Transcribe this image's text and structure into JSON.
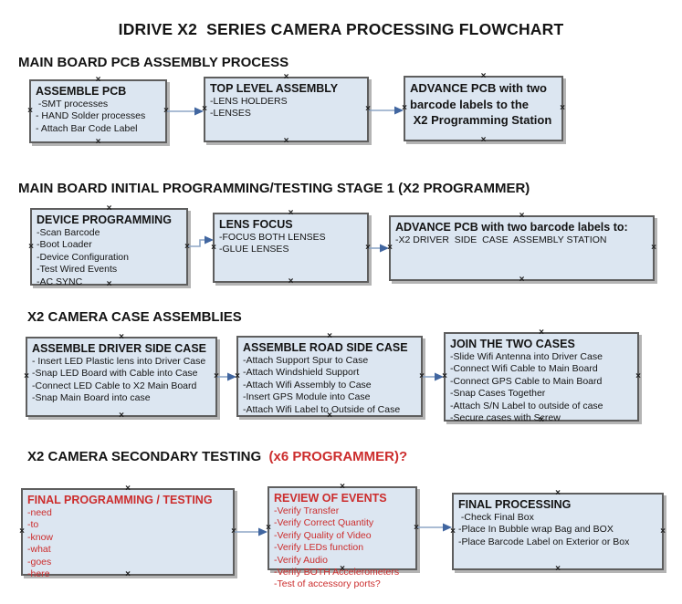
{
  "title": "IDRIVE X2  SERIES CAMERA PROCESSING FLOWCHART",
  "icons": {
    "connector_x": "×"
  },
  "colors": {
    "box_fill": "#dce6f1",
    "box_border": "#5e5e5e",
    "box_shadow": "#b4b4b4",
    "arrow_line": "#8ea6c6",
    "arrow_head": "#4166a0",
    "red": "#cc2d2d",
    "ink": "#141414"
  },
  "sections": [
    {
      "heading": "MAIN BOARD PCB ASSEMBLY PROCESS",
      "boxes": [
        {
          "header": "ASSEMBLE PCB",
          "items": [
            " -SMT processes",
            "- HAND Solder processes",
            "- Attach Bar Code Label"
          ]
        },
        {
          "header": "TOP LEVEL ASSEMBLY",
          "items": [
            "-LENS HOLDERS",
            "-LENSES"
          ]
        },
        {
          "header_lines": [
            "ADVANCE PCB with two",
            "barcode labels to the",
            " X2 Programming Station"
          ],
          "items": []
        }
      ]
    },
    {
      "heading": "MAIN BOARD INITIAL PROGRAMMING/TESTING STAGE 1 (X2 PROGRAMMER)",
      "boxes": [
        {
          "header": "DEVICE PROGRAMMING",
          "items": [
            "-Scan Barcode",
            "-Boot Loader",
            "-Device Configuration",
            "-Test Wired Events",
            "-AC SYNC"
          ]
        },
        {
          "header": "LENS FOCUS",
          "items": [
            "-FOCUS BOTH LENSES",
            "-GLUE LENSES"
          ]
        },
        {
          "header": "ADVANCE PCB with two barcode labels to:",
          "items": [
            "-X2 DRIVER  SIDE  CASE  ASSEMBLY STATION"
          ]
        }
      ]
    },
    {
      "heading": "X2 CAMERA CASE ASSEMBLIES",
      "boxes": [
        {
          "header": "ASSEMBLE DRIVER SIDE CASE",
          "items": [
            "- Insert LED Plastic lens into Driver Case",
            "-Snap LED Board with Cable into Case",
            "-Connect LED Cable to X2 Main Board",
            "-Snap Main Board into case"
          ]
        },
        {
          "header": "ASSEMBLE ROAD SIDE CASE",
          "items": [
            "-Attach Support Spur to Case",
            "-Attach Windshield Support",
            "-Attach Wifi Assembly to Case",
            "-Insert GPS Module into Case",
            "-Attach Wifi Label to Outside of Case"
          ]
        },
        {
          "header": "JOIN THE TWO CASES",
          "items": [
            "-Slide Wifi Antenna into Driver Case",
            "-Connect Wifi Cable to Main Board",
            "-Connect GPS Cable to Main Board",
            "-Snap Cases Together",
            "-Attach S/N Label to outside of case",
            "-Secure cases with Screw"
          ]
        }
      ]
    },
    {
      "heading_black": "X2 CAMERA SECONDARY TESTING",
      "heading_red": "  (x6 PROGRAMMER)?",
      "boxes": [
        {
          "header": "FINAL PROGRAMMING / TESTING",
          "items": [
            "-need",
            "-to",
            "-know",
            "-what",
            "-goes",
            "-here"
          ]
        },
        {
          "header": "REVIEW OF EVENTS",
          "items": [
            "-Verify Transfer",
            "-Verify Correct Quantity",
            "-Verify Quality of Video",
            "-Verify LEDs function",
            "-Verify Audio",
            "-Verify BOTH Accelerometers",
            "-Test of accessory ports?"
          ]
        },
        {
          "header": "FINAL PROCESSING",
          "items": [
            " -Check Final Box",
            "-Place In Bubble wrap Bag and BOX",
            "-Place Barcode Label on Exterior or Box"
          ]
        }
      ]
    }
  ]
}
